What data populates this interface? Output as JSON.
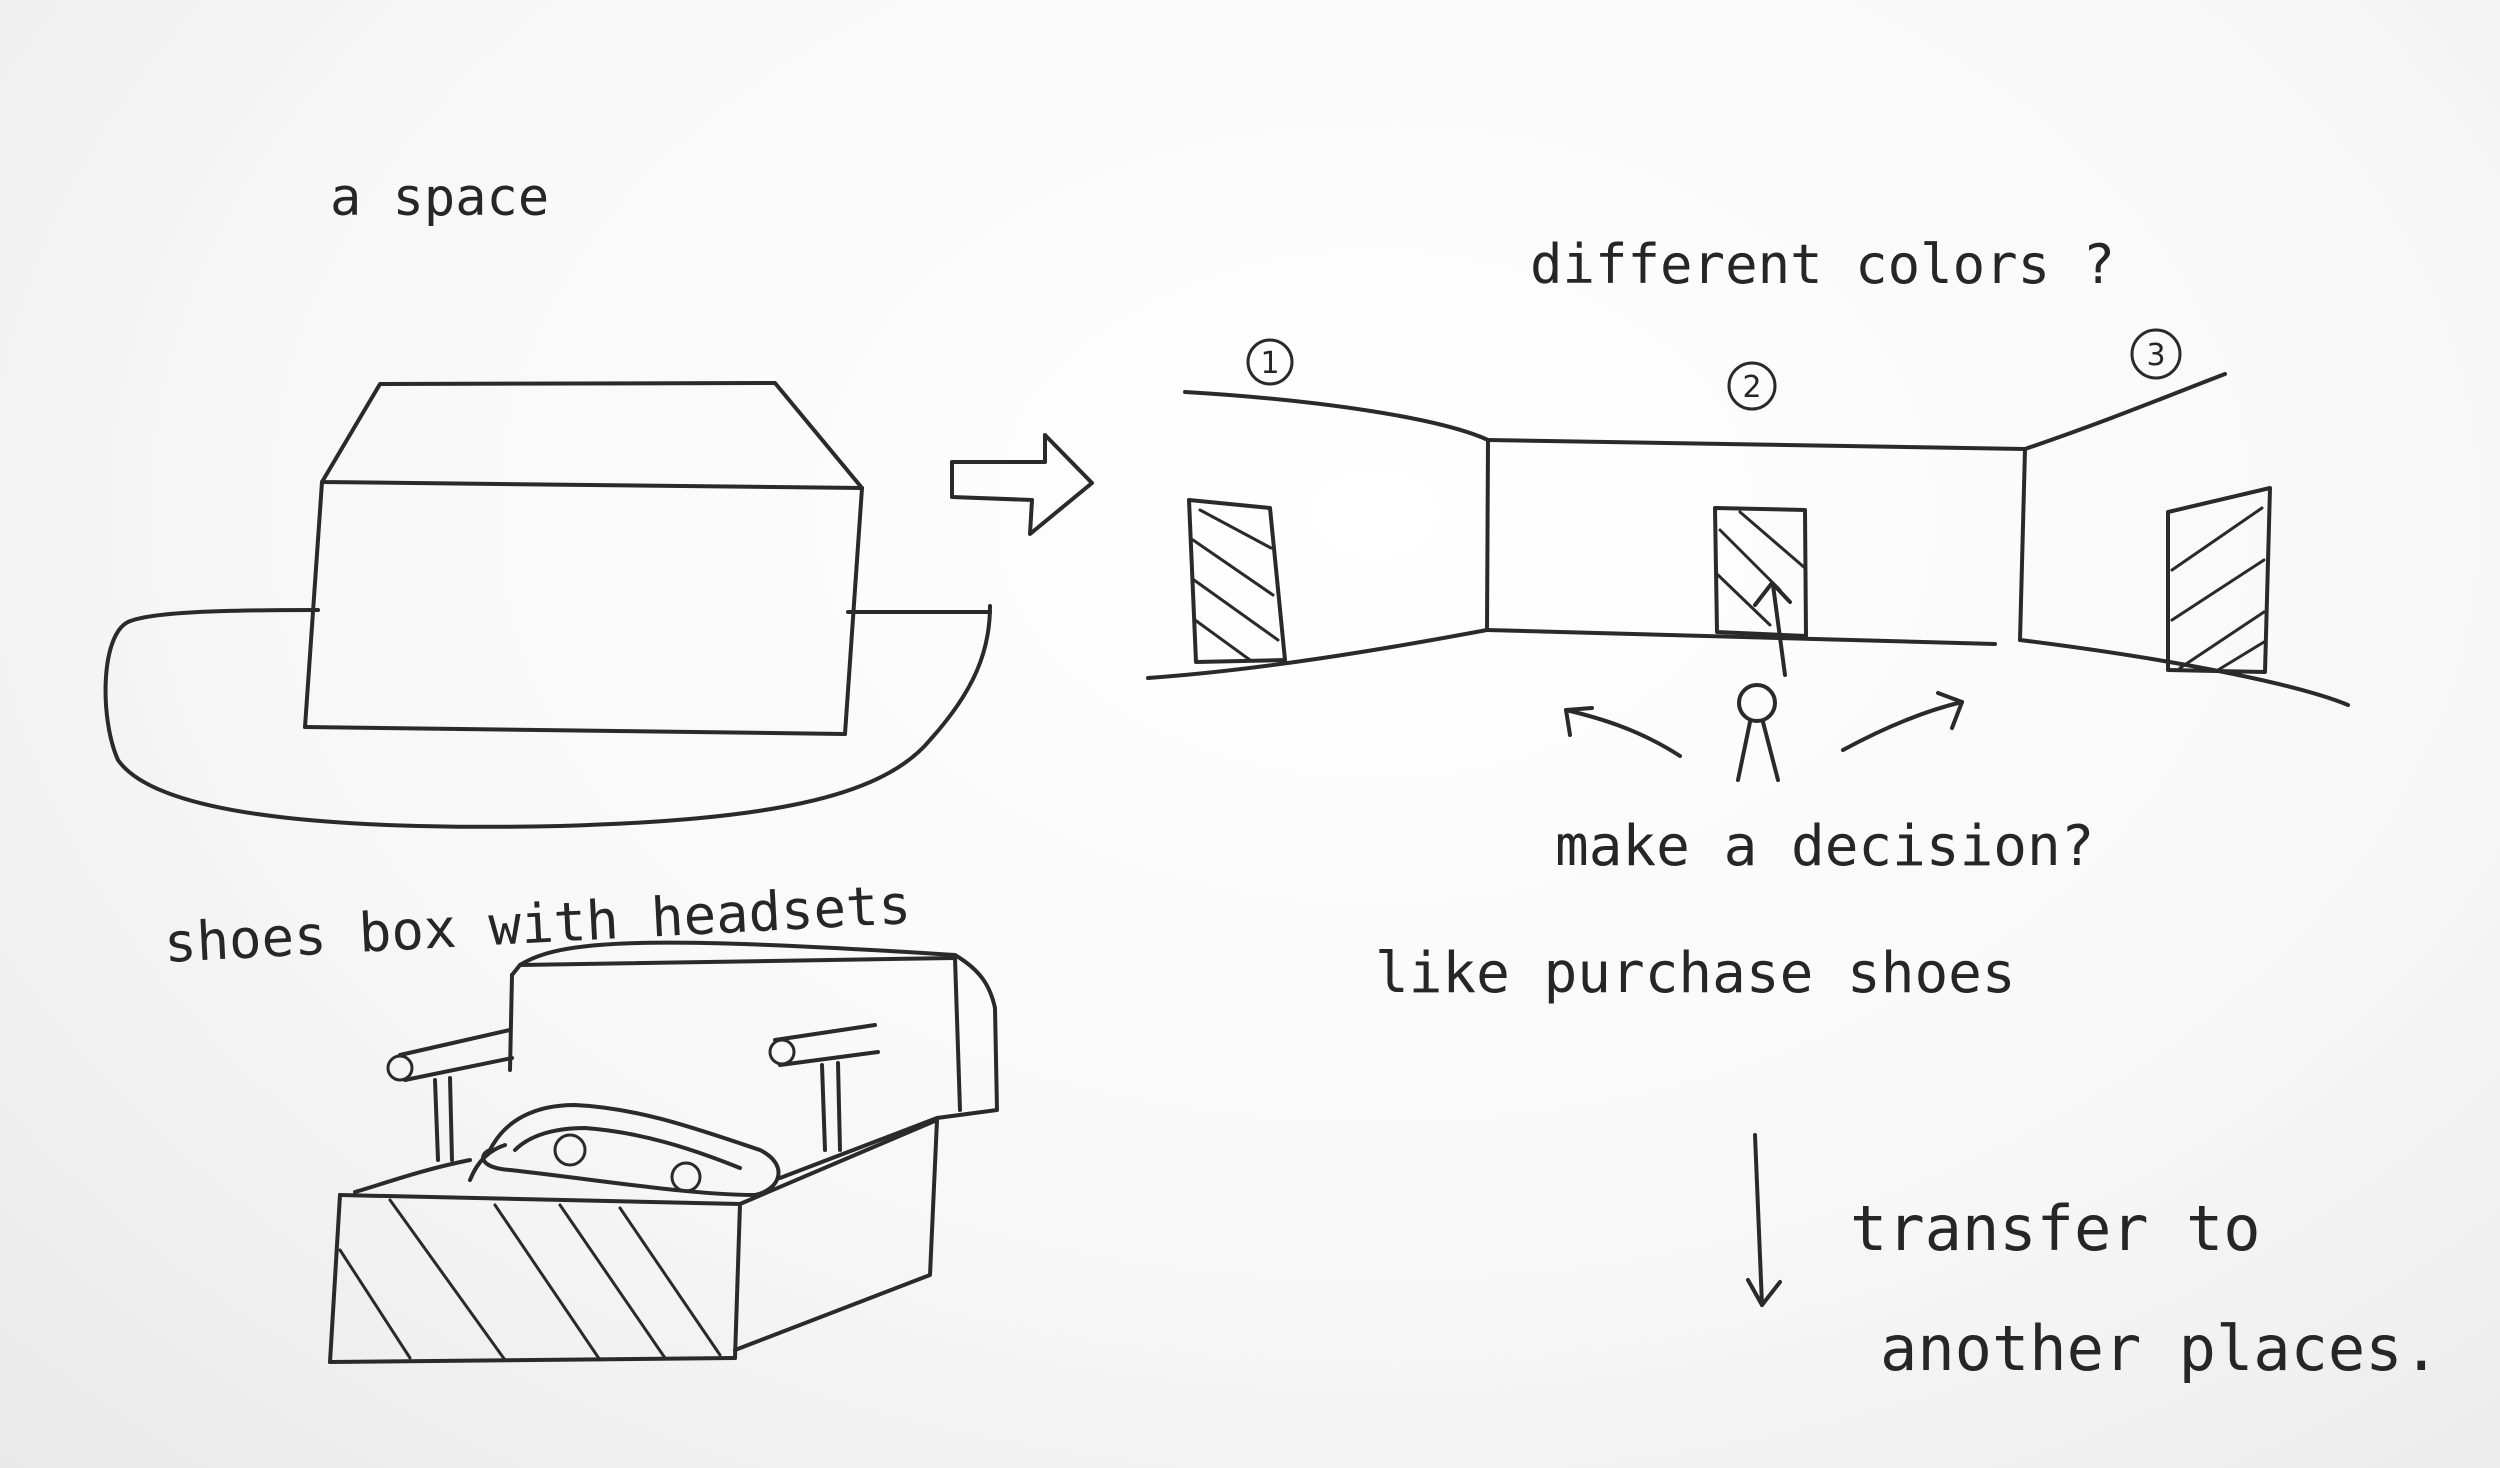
{
  "labels": {
    "a_space": "a space",
    "different_colors": "different colors ?",
    "shoes_box": "shoes box  with headsets",
    "make_decision": "make a decision?",
    "like_purchase": "like  purchase  shoes",
    "transfer_to": "transfer to",
    "another_places": "another places."
  },
  "rooms": [
    "1",
    "2",
    "3"
  ],
  "colors": {
    "paper": "#ffffff",
    "ink": "#2a2a2a"
  }
}
